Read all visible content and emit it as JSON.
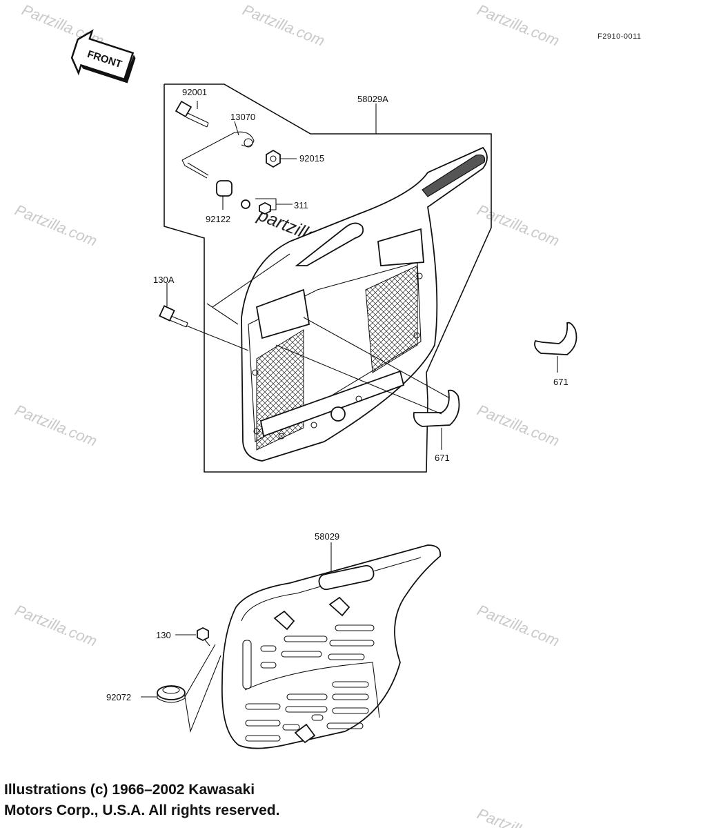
{
  "figure_ref": "F2910-0011",
  "front_label": "FRONT",
  "watermark": "Partzilla.com",
  "watermark_overlay": "partzilla.com",
  "parts": {
    "p92001": "92001",
    "p13070": "13070",
    "p58029A": "58029A",
    "p92015": "92015",
    "p92122": "92122",
    "p311": "311",
    "p130A": "130A",
    "p671_right": "671",
    "p671_lower": "671",
    "p58029": "58029",
    "p130": "130",
    "p92072": "92072"
  },
  "copyright": "Illustrations (c) 1966–2002 Kawasaki\nMotors Corp., U.S.A.  All rights reserved."
}
